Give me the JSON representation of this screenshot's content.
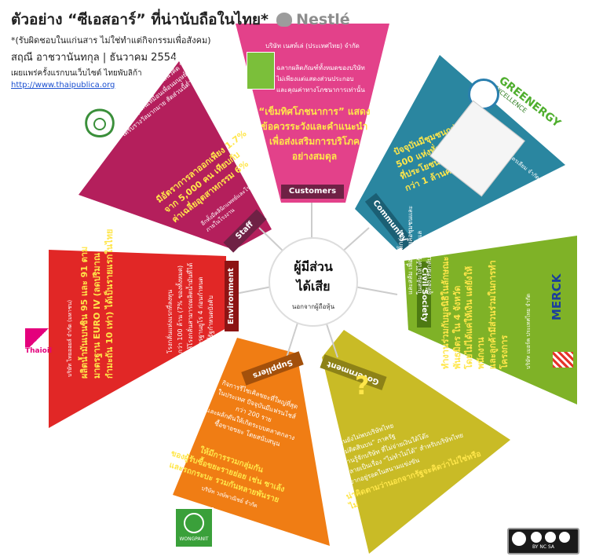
{
  "header": {
    "title": "ตัวอย่าง “ซีเอสอาร์” ที่น่านับถือในไทย*",
    "note": "*(รับผิดชอบในแก่นสาร ไม่ใช่ทำแต่กิจกรรมเพื่อสังคม)",
    "author": "สฤณี อาชวานันทกุล | ธันวาคม 2554",
    "published": "เผยแพร่ครั้งแรกบนเว็บไซต์ ไทยพับลิก้า",
    "link": "http://www.thaipublica.org"
  },
  "center": {
    "title_line1": "ผู้มีส่วน",
    "title_line2": "ได้เสีย",
    "subtitle": "นอกจากผู้ถือหุ้น"
  },
  "logos": {
    "nestle": "Nestlé",
    "greenergy": "GREENERGY",
    "greenergy_sub": "EXCELLENCE",
    "merck": "MERCK",
    "thaioil": "Thaioil",
    "wongpanit": "WONGPANIT",
    "cc_label": "BY NC SA"
  },
  "colors": {
    "customers": "#e3418a",
    "community": "#2a86a0",
    "civil": "#7fb227",
    "government": "#c9bb26",
    "suppliers": "#f07d14",
    "environment": "#e12726",
    "staff": "#b41f5c",
    "tab": "#6f2145",
    "highlight": "#ffe64a"
  },
  "segments": {
    "customers": {
      "label": "Customers",
      "company": "บริษัท เนสท์เล่ (ประเทศไทย) จำกัด",
      "body": [
        "ฉลากผลิตภัณฑ์ทั้งหมดของบริษัท",
        "ไม่เพียงแต่แสดงส่วนประกอบ",
        "และคุณค่าทางโภชนาการเท่านั้น"
      ],
      "highlight": [
        "“เข็มทิศโภชนาการ” แสดง",
        "ข้อควรระวังและคำแนะนำ",
        "เพื่อส่งเสริมการบริโภค",
        "อย่างสมดุล"
      ]
    },
    "community": {
      "label": "Community",
      "company": "บริษัท บางจาก ปิโตรเลียม จำกัด (มหาชน)",
      "body": [
        "ปัจจุบันมีชุมชนกว่า",
        "500 แห่งทั่วประเทศ",
        "ที่ประโยชน์จากธุรกิจ",
        "กว่า 1 ล้านครัวเรือน"
      ]
    },
    "civil": {
      "label": "Civil Society",
      "company": "บริษัท เมอร์ค ประเทศไทย จำกัด",
      "body": [
        "ร่วมมือกับมูลนิธิเด็กอ่อน",
        "และสลัม เพื่อช่วยเหลือชุมชนและ",
        "ในสลัมให้ได้รับการดูแล",
        "ผู้ต้องโทษกลับสู่สังคม"
      ],
      "highlight": [
        "ทำงานร่วมกับมูลนิธิในลักษณะ",
        "พันธมิตร ใน 4 จังหวัด",
        "โดยไม่ได้แค่ให้เงิน แต่ยังให้พนักงาน",
        "และลูกค้ามีส่วนร่วมในการทำโครงการ"
      ]
    },
    "government": {
      "label": "Government",
      "mark": "?",
      "body": [
        "ผู้เขียนยังไม่พบบริษัทไทย",
        "ที่ “ไม่ติดสินบน” ภาครัฐ",
        "ถ้าท่านรู้จักบริษัท ที่ไม่จ่ายเงินใต้โต๊ะ",
        "จะกลายเป็นเรื่อง “ไม่ทำไม่ได้” สำหรับบริษัทไทย",
        "ที่อยากอยู่รอดในสนามแข่งขัน"
      ],
      "highlight": [
        "น่าคิดตามว่านอกจากรัฐจะคิดว่าไม่ใช่หรือไม่"
      ]
    },
    "suppliers": {
      "label": "Suppliers",
      "company": "บริษัท วงษ์พาณิชย์ จำกัด",
      "body": [
        "กิจการรีไซเคิลขยะที่ใหญ่ที่สุด",
        "ในประเทศ ปัจจุบันมีแฟรนไชส์",
        "กว่า 200 ราย",
        "และผลักดันให้เกิดระบบตลาดกลาง",
        "ซื้อขายขยะ โดยสนับสนุน"
      ],
      "highlight": [
        "ให้มีการรวมกลุ่มกัน",
        "ของผู้รับซื้อขยะรายย่อย เช่น ซาเล้ง",
        "และรถกระบะ รวมกันหลายพันราย"
      ]
    },
    "environment": {
      "label": "Environment",
      "company": "บริษัท ไทยออยล์ จำกัด (มหาชน)",
      "body": [
        "โรงกลั่นแห่งแรกที่ลงทุน",
        "กว่า 100 ล้าน (7% ของทั้งหมด)",
        "ให้โรงกลั่นสามารถผลิตน้ำมันที่ได้",
        "มาตรฐานยูโร 4 ก่อนกำหนด",
        "ก่อนที่รัฐกำหนดบังคับ"
      ],
      "highlight": [
        "ผลิตน้ำมันเบนซิน 95 และ 91 ตาม",
        "มาตรฐาน EURO IV (ลดปริมาณ",
        "กำมะถัน 10 เท่า) ได้เป็นรายแรกในไทย"
      ]
    },
    "staff": {
      "label": "Staff",
      "company": "บริษัท แพรนด้า จิวเวอรี่ จำกัด (มหาชน)",
      "body": [
        "ดูแลพนักงานอย่างดี ด้วยแนวคิด “ปฏิบัติกับ",
        "พนักงานทุกคนเหมือนเพื่อนมนุษย์ ไม่ใช่ทาสแรงงาน”",
        "ได้รับรางวัลมากมาย สัดส่วนนี้ต่ำ"
      ],
      "highlight": [
        "มีอัตราการลาออกเพียง 1.7%",
        "จาก 5,000 คน เทียบกับ",
        "ค่าเฉลี่ยอุตสาหกรรม 6%"
      ],
      "extra": [
        "อีกทั้งมีคลินิกแพทย์และโรงเรียน",
        "ภายในโรงงาน"
      ]
    }
  }
}
